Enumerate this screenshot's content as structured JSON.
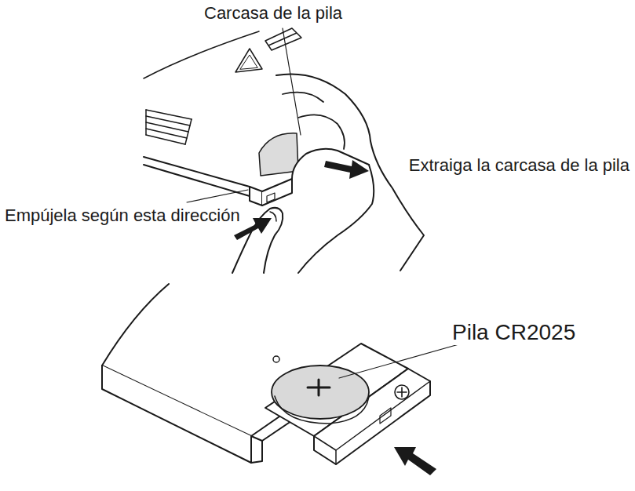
{
  "diagram": {
    "labels": [
      "Carcasa de la pila",
      "Extraiga la carcasa de la pila",
      "Empújela según esta dirección",
      "Pila CR2025"
    ]
  }
}
